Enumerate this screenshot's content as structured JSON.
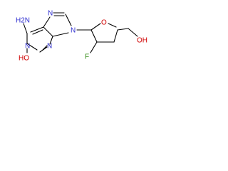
{
  "molecule": {
    "colors": {
      "nitrogen": "#2f2fd0",
      "oxygen": "#d00000",
      "fluorine": "#3a8f1e",
      "bond": "#000000"
    },
    "labels": {
      "amino": "H2N",
      "n7": "N",
      "n9": "N",
      "n1": "N",
      "n3": "N",
      "hydroxy_n": "HO",
      "ring_o": "O",
      "fluoro": "F",
      "hydroxymethyl": "OH"
    }
  }
}
